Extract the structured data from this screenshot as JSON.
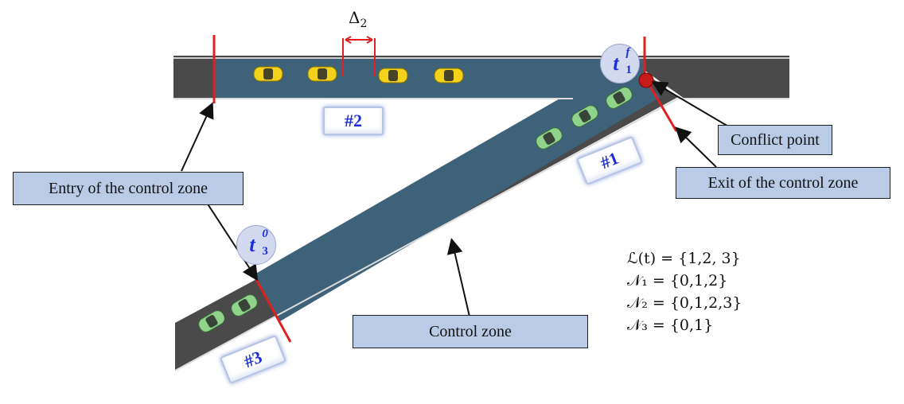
{
  "labels": {
    "entry": "Entry of the control zone",
    "exit": "Exit of the control zone",
    "conflict": "Conflict point",
    "control_zone": "Control zone"
  },
  "lanes": {
    "lane1": "#1",
    "lane2": "#2",
    "lane3": "#3"
  },
  "headway": {
    "symbol": "Δ",
    "subscript": "2"
  },
  "times": {
    "exit_time": {
      "base": "t",
      "sup": "f",
      "sub": "1"
    },
    "entry_time": {
      "base": "t",
      "sup": "0",
      "sub": "3"
    }
  },
  "formulas": {
    "line1": "ℒ(t) = {1,2, 3}",
    "line2": "𝒩₁ = {0,1,2}",
    "line3": "𝒩₂ = {0,1,2,3}",
    "line4": "𝒩₃ = {0,1}"
  },
  "colors": {
    "road_outer": "#4a4a4a",
    "control_zone": "#3e6279",
    "marker": "#e02020",
    "yellow_car": "#f2d21a",
    "green_car": "#8fd48a"
  }
}
